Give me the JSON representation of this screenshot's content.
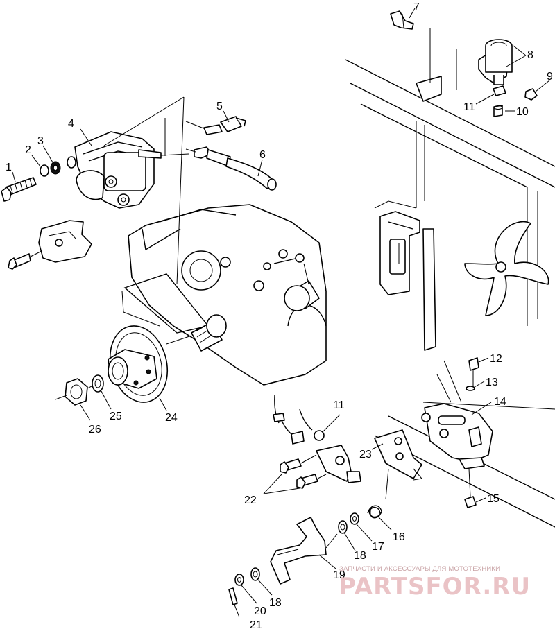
{
  "diagram": {
    "callouts": [
      "1",
      "2",
      "3",
      "4",
      "5",
      "6",
      "7",
      "8",
      "9",
      "10",
      "11",
      "11",
      "12",
      "13",
      "14",
      "15",
      "16",
      "17",
      "18",
      "18",
      "19",
      "20",
      "21",
      "22",
      "23",
      "24",
      "25",
      "26"
    ]
  },
  "watermark": {
    "caption": "ЗАПЧАСТИ И АКСЕССУАРЫ ДЛЯ МОТОТЕХНИКИ",
    "logo": "PARTSFOR.RU",
    "color": "#e7b9bd"
  }
}
